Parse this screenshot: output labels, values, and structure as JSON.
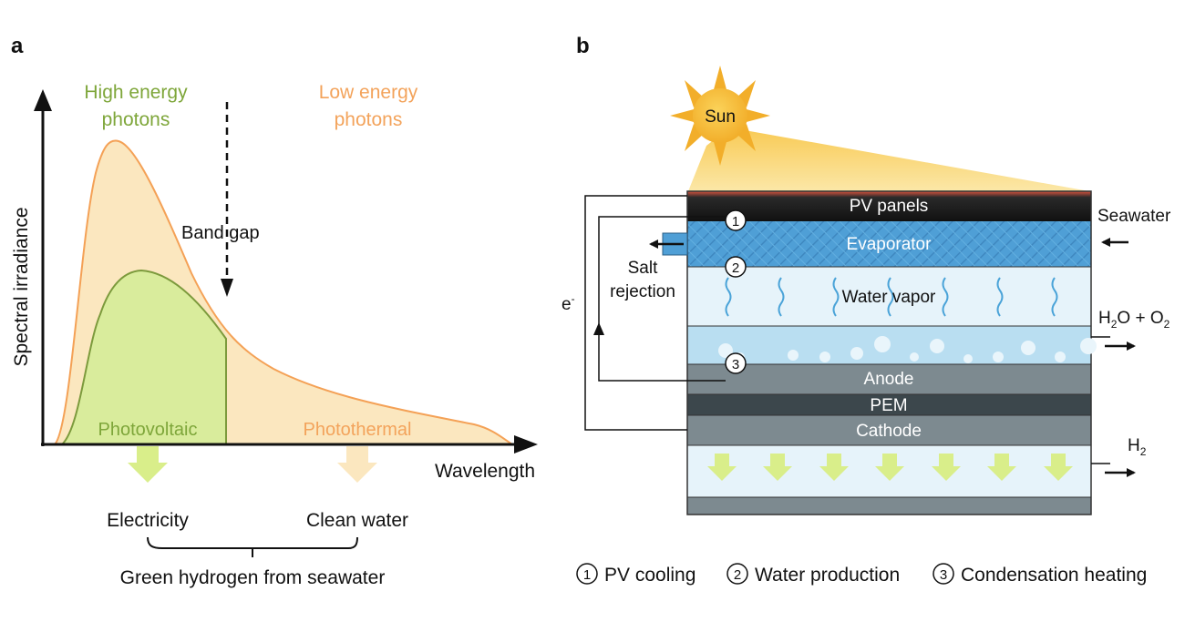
{
  "colors": {
    "orange": "#f4a156",
    "orange_fill": "#fbe7bf",
    "green": "#7c9a3c",
    "green_fill": "#d9ec9c",
    "green_text": "#7ea63a",
    "orange_text": "#f3a35b",
    "arrow_green": "#d9ee8a",
    "arrow_cream": "#fbe7bf",
    "sun": "#f7c13a",
    "pv_black": "#1a1a1a",
    "pv_red": "#d64a3a",
    "evaporator": "#4f9fd6",
    "vapor_bg": "#e6f3fa",
    "droplet_bg": "#b9def1",
    "anode": "#7d8a90",
    "pem": "#3c474c",
    "cathode": "#7d8a90"
  },
  "panel_a": {
    "label": "a",
    "high_energy_line1": "High energy",
    "high_energy_line2": "photons",
    "low_energy_line1": "Low energy",
    "low_energy_line2": "photons",
    "band_gap": "Band gap",
    "y_axis": "Spectral irradiance",
    "x_axis": "Wavelength",
    "photovoltaic": "Photovoltaic",
    "photothermal": "Photothermal",
    "electricity": "Electricity",
    "clean_water": "Clean water",
    "green_hydrogen": "Green hydrogen from seawater"
  },
  "panel_b": {
    "label": "b",
    "sun": "Sun",
    "pv_panels": "PV panels",
    "seawater": "Seawater",
    "evaporator": "Evaporator",
    "salt_line1": "Salt",
    "salt_line2": "rejection",
    "electron": "e",
    "electron_sup": "-",
    "water_vapor": "Water vapor",
    "h2o_o2_a": "H",
    "h2o_o2_sub": "2",
    "h2o_o2_b": "O + O",
    "h2o_o2_sub2": "2",
    "anode": "Anode",
    "pem": "PEM",
    "cathode": "Cathode",
    "h2": "H",
    "h2_sub": "2",
    "marker1": "1",
    "marker2": "2",
    "marker3": "3",
    "legend": [
      {
        "num": "1",
        "text": "PV cooling"
      },
      {
        "num": "2",
        "text": "Water production"
      },
      {
        "num": "3",
        "text": "Condensation heating"
      }
    ]
  }
}
